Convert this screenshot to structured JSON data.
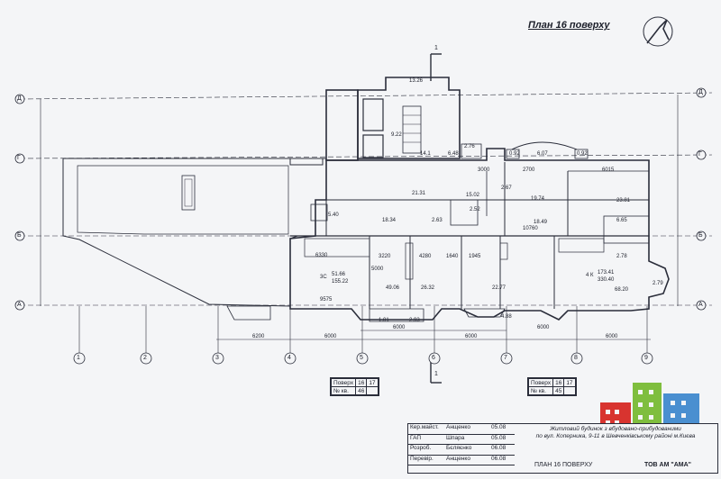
{
  "title": "План 16 поверху",
  "axes_letters": [
    "Д",
    "Г",
    "В",
    "Б",
    "А"
  ],
  "axes_numbers": [
    "1",
    "2",
    "3",
    "4",
    "5",
    "6",
    "7",
    "8",
    "9"
  ],
  "section_mark": "1",
  "dimensions": {
    "bottom": [
      "6200",
      "6000",
      "6000",
      "6000"
    ],
    "bottom_small": [
      "6000",
      "6000"
    ],
    "misc": [
      "5000",
      "4280",
      "1640",
      "3000",
      "2700",
      "6015",
      "10760",
      "6330",
      "9575",
      "1945",
      "3220"
    ]
  },
  "rooms": [
    {
      "name": "13.26"
    },
    {
      "name": "9.22"
    },
    {
      "name": "14.1"
    },
    {
      "name": "6.48"
    },
    {
      "name": "2.76"
    },
    {
      "name": "0.92"
    },
    {
      "name": "6.07"
    },
    {
      "name": "0.92"
    },
    {
      "name": "21.31"
    },
    {
      "name": "15.02"
    },
    {
      "name": "2.67"
    },
    {
      "name": "19.74"
    },
    {
      "name": "23.81"
    },
    {
      "name": "5.40"
    },
    {
      "name": "18.34"
    },
    {
      "name": "2.63"
    },
    {
      "name": "2.52"
    },
    {
      "name": "18.49"
    },
    {
      "name": "6.65"
    },
    {
      "name": "2.78"
    },
    {
      "name": "51.66"
    },
    {
      "name": "155.22"
    },
    {
      "name": "49.06"
    },
    {
      "name": "26.32"
    },
    {
      "name": "22.77"
    },
    {
      "name": "173.41"
    },
    {
      "name": "330.40"
    },
    {
      "name": "68.20"
    },
    {
      "name": "2.79"
    },
    {
      "name": "1.01"
    },
    {
      "name": "2.93"
    },
    {
      "name": "4.88"
    }
  ],
  "flat_labels": [
    "3С",
    "4 К"
  ],
  "left_table": {
    "row1": [
      "Поверх",
      "16",
      "17"
    ],
    "row2": [
      "№ кв.",
      "46",
      ""
    ]
  },
  "right_table": {
    "row1": [
      "Поверх",
      "16",
      "17"
    ],
    "row2": [
      "№ кв.",
      "45",
      ""
    ]
  },
  "stamp": {
    "rows": [
      {
        "role": "Кер.майст.",
        "name": "Анщенко",
        "date": "05.08"
      },
      {
        "role": "ГАП",
        "name": "Шпара",
        "date": "05.08"
      },
      {
        "role": "Розроб.",
        "name": "Бєляєнко",
        "date": "06.08"
      },
      {
        "role": "Перевір.",
        "name": "Анщенко",
        "date": "06.08"
      }
    ],
    "description": [
      "Житловий будинок з вбудовано-прибудованими",
      "по вул. Коперника, 9-11 в Шевченківському районі м.Києва"
    ],
    "plan_name": "ПЛАН 16 ПОВЕРХУ",
    "org": "ТОВ АМ \"АМА\""
  },
  "colors": {
    "line": "#2a2d3a",
    "paper": "#f4f5f7",
    "logo_red": "#d8342f",
    "logo_green": "#7fbe3e",
    "logo_blue": "#4a8fd0"
  }
}
